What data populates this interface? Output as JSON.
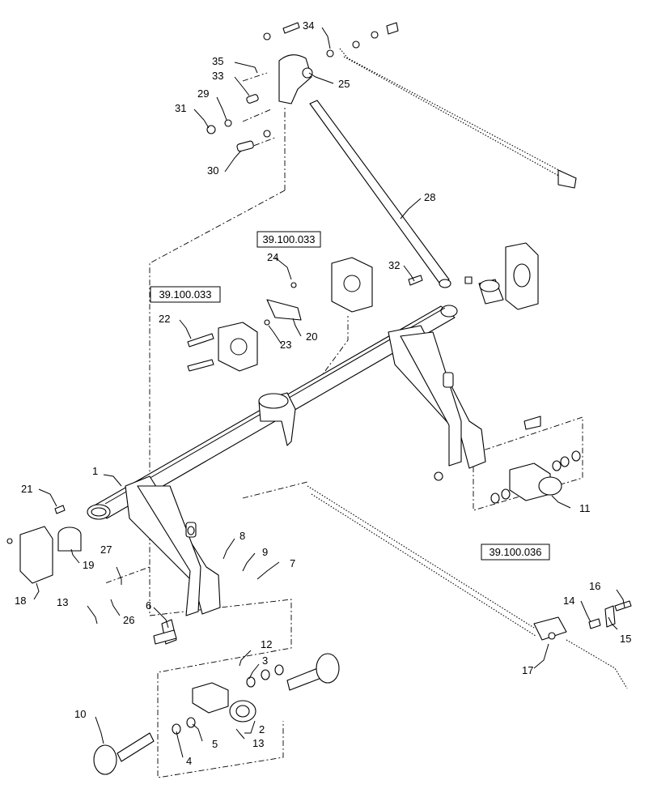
{
  "diagram": {
    "callouts": {
      "c1": "1",
      "c2": "2",
      "c3": "3",
      "c4": "4",
      "c5": "5",
      "c6": "6",
      "c7": "7",
      "c8": "8",
      "c9": "9",
      "c10": "10",
      "c11": "11",
      "c12": "12",
      "c13a": "13",
      "c13b": "13",
      "c14": "14",
      "c15": "15",
      "c16": "16",
      "c17": "17",
      "c18": "18",
      "c19": "19",
      "c20": "20",
      "c21": "21",
      "c22": "22",
      "c23": "23",
      "c24": "24",
      "c25": "25",
      "c26": "26",
      "c27": "27",
      "c28": "28",
      "c29": "29",
      "c30": "30",
      "c31": "31",
      "c32": "32",
      "c33": "33",
      "c34": "34",
      "c35": "35"
    },
    "references": {
      "ref_top": "39.100.033",
      "ref_left": "39.100.033",
      "ref_right": "39.100.036"
    }
  }
}
